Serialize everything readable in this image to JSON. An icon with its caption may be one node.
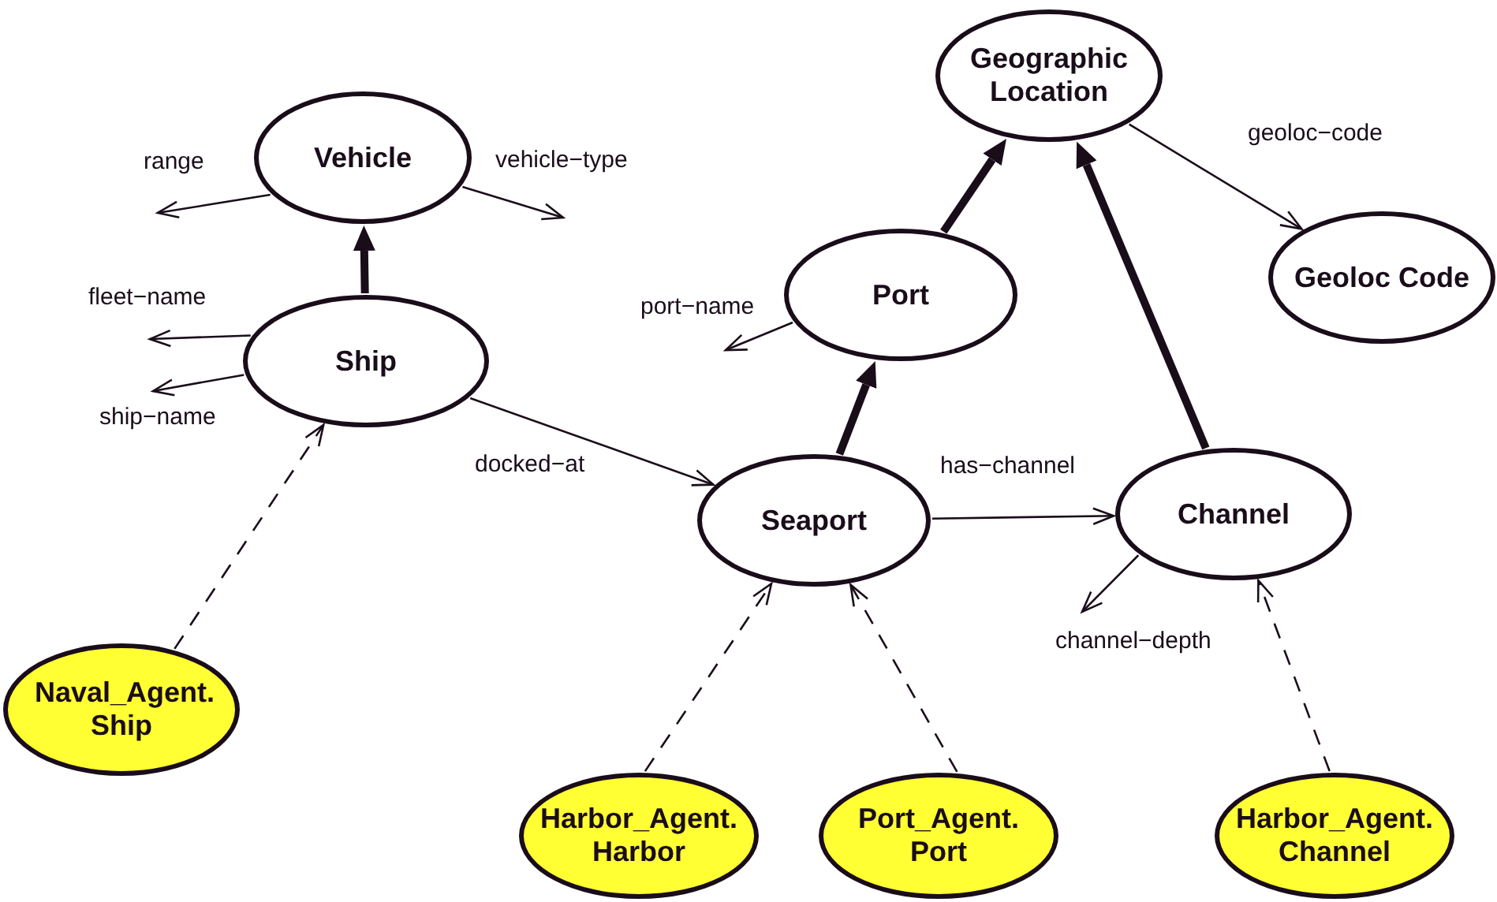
{
  "diagram": {
    "nodes": [
      {
        "text": [
          "Vehicle"
        ]
      },
      {
        "text": [
          "Geographic Location"
        ]
      },
      {
        "text": [
          "Ship"
        ]
      },
      {
        "text": [
          "Port"
        ]
      },
      {
        "text": [
          "Geoloc Code"
        ]
      },
      {
        "text": [
          "Seaport"
        ]
      },
      {
        "text": [
          "Channel"
        ]
      },
      {
        "text": [
          "Naval_Agent. Ship"
        ]
      },
      {
        "text": [
          "Harbor_Agent. Harbor"
        ]
      },
      {
        "text": [
          "Port_Agent. Port"
        ]
      },
      {
        "text": [
          "Harbor_Agent. Channel"
        ]
      }
    ],
    "edges": [
      {
        "from": 2,
        "to": 0,
        "arrow": "to",
        "style": "thick"
      },
      {
        "from": 3,
        "to": 1,
        "arrow": "to",
        "style": "thick"
      },
      {
        "from": 6,
        "to": 1,
        "arrow": "to",
        "style": "thick"
      },
      {
        "from": 5,
        "to": 3,
        "arrow": "to",
        "style": "thick"
      },
      {
        "from": 1,
        "to": 4,
        "arrow": "to",
        "label": "geoloc−code"
      },
      {
        "from": 2,
        "to": 5,
        "arrow": "to",
        "label": "docked−at"
      },
      {
        "from": 5,
        "to": 6,
        "arrow": "to",
        "label": "has−channel"
      },
      {
        "from": 0,
        "to": null,
        "arrow": "to",
        "label": "range"
      },
      {
        "from": 0,
        "to": null,
        "arrow": "to",
        "label": "vehicle−type"
      },
      {
        "from": 2,
        "to": null,
        "arrow": "to",
        "label": "fleet−name"
      },
      {
        "from": 2,
        "to": null,
        "arrow": "to",
        "label": "ship−name"
      },
      {
        "from": 3,
        "to": null,
        "arrow": "to",
        "label": "port−name"
      },
      {
        "from": 6,
        "to": null,
        "arrow": "to",
        "label": "channel−depth"
      },
      {
        "from": 7,
        "to": 2,
        "arrow": "to",
        "style": "dashed"
      },
      {
        "from": 8,
        "to": 5,
        "arrow": "to",
        "style": "dashed"
      },
      {
        "from": 9,
        "to": 5,
        "arrow": "to",
        "style": "dashed"
      },
      {
        "from": 10,
        "to": 6,
        "arrow": "to",
        "style": "dashed"
      }
    ]
  }
}
